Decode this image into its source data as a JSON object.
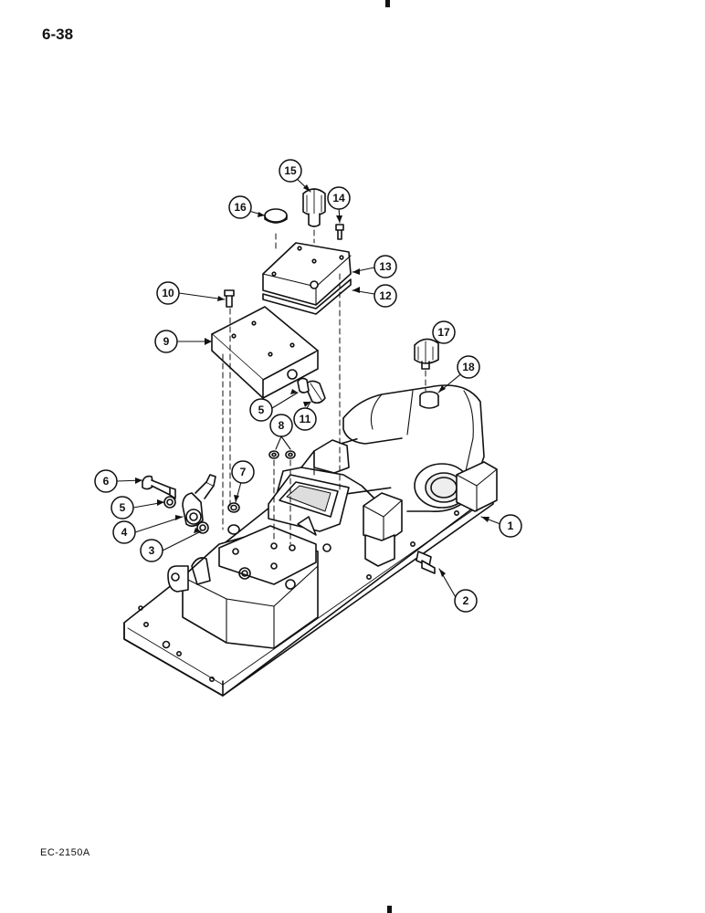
{
  "header": {
    "page_number": "6-38"
  },
  "footer": {
    "figure_code": "EC-2150A"
  },
  "callouts": [
    {
      "id": "callout-1",
      "label": "1"
    },
    {
      "id": "callout-2",
      "label": "2"
    },
    {
      "id": "callout-3",
      "label": "3"
    },
    {
      "id": "callout-4",
      "label": "4"
    },
    {
      "id": "callout-5a",
      "label": "5"
    },
    {
      "id": "callout-5b",
      "label": "5"
    },
    {
      "id": "callout-6",
      "label": "6"
    },
    {
      "id": "callout-7",
      "label": "7"
    },
    {
      "id": "callout-8",
      "label": "8"
    },
    {
      "id": "callout-9",
      "label": "9"
    },
    {
      "id": "callout-10",
      "label": "10"
    },
    {
      "id": "callout-11",
      "label": "11"
    },
    {
      "id": "callout-12",
      "label": "12"
    },
    {
      "id": "callout-13",
      "label": "13"
    },
    {
      "id": "callout-14",
      "label": "14"
    },
    {
      "id": "callout-15",
      "label": "15"
    },
    {
      "id": "callout-16",
      "label": "16"
    },
    {
      "id": "callout-17",
      "label": "17"
    },
    {
      "id": "callout-18",
      "label": "18"
    }
  ]
}
